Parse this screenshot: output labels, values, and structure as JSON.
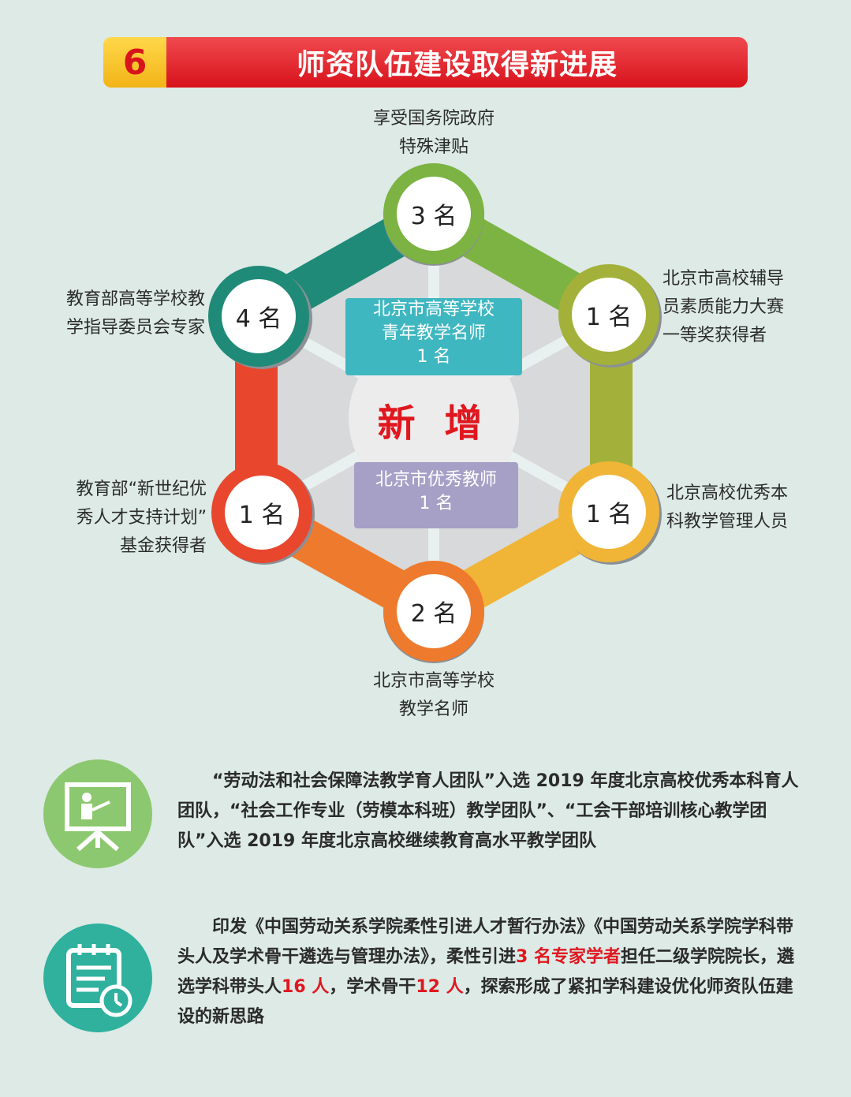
{
  "banner": {
    "number": "6",
    "title": "师资队伍建设取得新进展"
  },
  "diagram": {
    "center_text": "新 增",
    "top_box": {
      "line1": "北京市高等学校",
      "line2": "青年教学名师",
      "line3": "1 名"
    },
    "bottom_box": {
      "line1": "北京市优秀教师",
      "line2": "1 名"
    },
    "nodes": [
      {
        "count": "3 名",
        "label1": "享受国务院政府",
        "label2": "特殊津贴",
        "color": "#7cb342"
      },
      {
        "count": "1 名",
        "label1": "北京市高校辅导",
        "label2": "员素质能力大赛",
        "label3": "一等奖获得者",
        "color": "#a3b13a"
      },
      {
        "count": "1 名",
        "label1": "北京高校优秀本",
        "label2": "科教学管理人员",
        "color": "#f0b536"
      },
      {
        "count": "2 名",
        "label1": "北京市高等学校",
        "label2": "教学名师",
        "color": "#ee7a2d"
      },
      {
        "count": "1 名",
        "label1": "教育部“新世纪优",
        "label2": "秀人才支持计划”",
        "label3": "基金获得者",
        "color": "#e8472e"
      },
      {
        "count": "4 名",
        "label1": "教育部高等学校教",
        "label2": "学指导委员会专家",
        "color": "#1f8a78"
      }
    ]
  },
  "section1": {
    "icon": "presentation-board-icon",
    "text": "“劳动法和社会保障法教学育人团队”入选 2019 年度北京高校优秀本科育人团队，“社会工作专业（劳模本科班）教学团队”、“工会干部培训核心教学团队”入选 2019 年度北京高校继续教育高水平教学团队"
  },
  "section2": {
    "icon": "calendar-clock-icon",
    "text_a": "印发《中国劳动关系学院柔性引进人才暂行办法》《中国劳动关系学院学科带头人及学术骨干遴选与管理办法》，柔性引进",
    "hl_a": "3 名专家学者",
    "text_b": "担任二级学院院长，遴选学科带头人",
    "hl_b": "16 人",
    "text_c": "，学术骨干",
    "hl_c": "12 人",
    "text_d": "，探索形成了紧扣学科建设优化师资队伍建设的新思路"
  }
}
